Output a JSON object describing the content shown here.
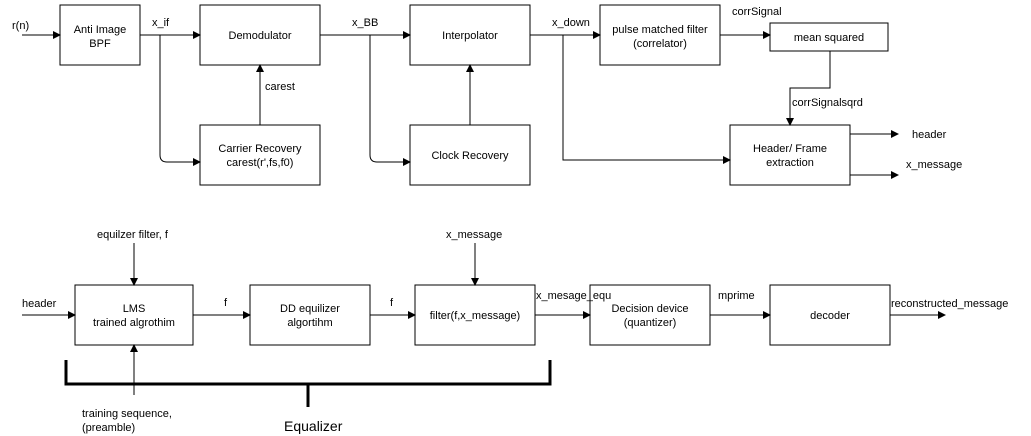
{
  "blocks": {
    "anti_image_bpf": [
      "Anti Image",
      "BPF"
    ],
    "demodulator": [
      "Demodulator"
    ],
    "interpolator": [
      "Interpolator"
    ],
    "pulse_matched_filter": [
      "pulse matched filter",
      "(correlator)"
    ],
    "mean_squared": [
      "mean squared"
    ],
    "carrier_recovery": [
      "Carrier Recovery",
      "carest(r',fs,f0)"
    ],
    "clock_recovery": [
      "Clock Recovery"
    ],
    "header_frame_extraction": [
      "Header/ Frame",
      "extraction"
    ],
    "lms": [
      "LMS",
      "trained algrothim"
    ],
    "dd_equalizer": [
      "DD equilizer",
      "algortihm"
    ],
    "filter_block": [
      "filter(f,x_message)"
    ],
    "decision_device": [
      "Decision device",
      "(quantizer)"
    ],
    "decoder": [
      "decoder"
    ]
  },
  "signals": {
    "r_n": "r(n)",
    "x_if": "x_if",
    "x_bb": "x_BB",
    "x_down": "x_down",
    "corr_signal": "corrSignal",
    "corr_signal_sqrd": "corrSignalsqrd",
    "carest": "carest",
    "header_out": "header",
    "x_message_out": "x_message",
    "equalizer_filter_f": "equilzer filter, f",
    "header_in": "header",
    "f_1": "f",
    "f_2": "f",
    "x_message_in": "x_message",
    "x_message_equ": "x_mesage_equ",
    "mprime": "mprime",
    "reconstructed_message": "reconstructed_message",
    "training_sequence": [
      "training sequence,",
      "(preamble)"
    ]
  },
  "groups": {
    "equalizer": "Equalizer"
  }
}
